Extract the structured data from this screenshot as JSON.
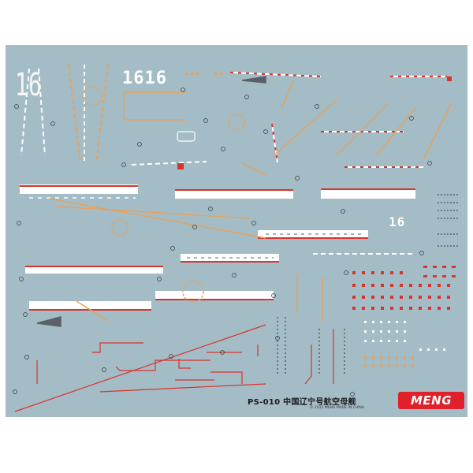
{
  "sheet": {
    "background": "#a4bcc6",
    "hull_number_large": "16",
    "hull_numbers_pair": "1616",
    "hull_number_small": "16",
    "product_code": "PS-010",
    "product_title": "中国辽宁号航空母舰",
    "copyright": "© 2015 MENG  MADE IN CHINA",
    "brand": "MENG"
  },
  "colors": {
    "decal_white": "#ffffff",
    "decal_red": "#d8342c",
    "decal_orange": "#e9a15a",
    "decal_grey": "#5a6066",
    "brand_red": "#e0202a"
  },
  "icons": {
    "decal_marker": "circled-number"
  }
}
